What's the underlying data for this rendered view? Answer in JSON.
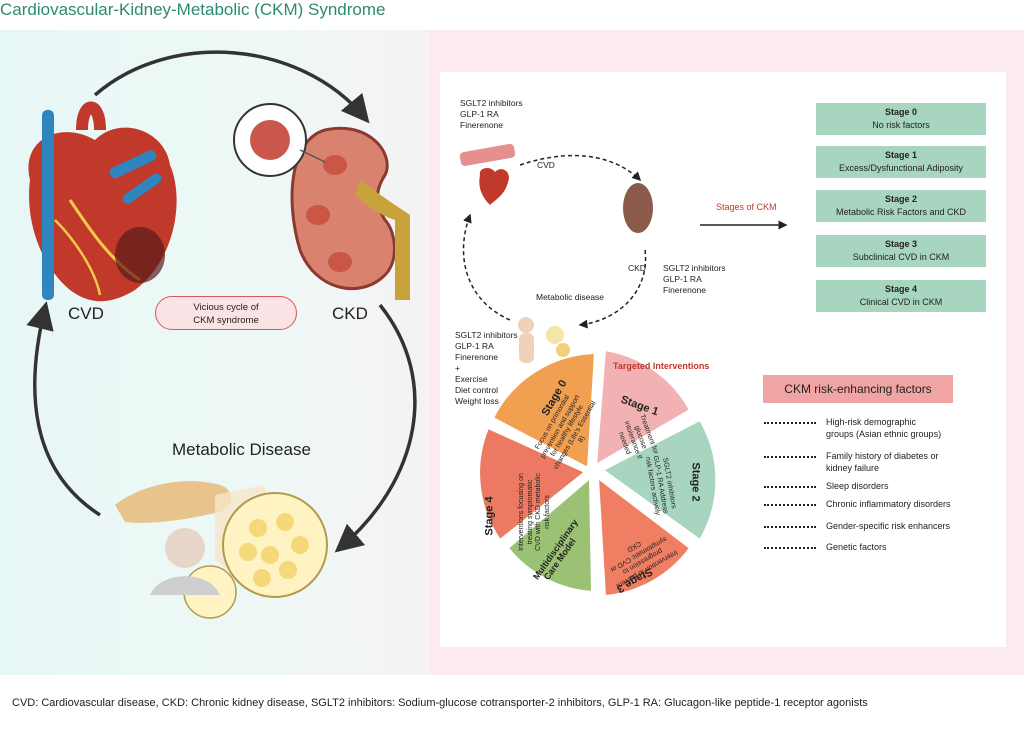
{
  "title": "Cardiovascular-Kidney-Metabolic (CKM) Syndrome",
  "left": {
    "cvd_label": "CVD",
    "ckd_label": "CKD",
    "vicious_cycle": [
      "Vicious cycle of",
      "CKM syndrome"
    ],
    "metabolic_disease": "Metabolic Disease"
  },
  "cycle": {
    "top_drugs": [
      "SGLT2 inhibitors",
      "GLP-1 RA",
      "Finerenone"
    ],
    "cvd": "CVD",
    "ckd": "CKD",
    "ckd_drugs": [
      "SGLT2 inhibitors",
      "GLP-1 RA",
      "Finerenone"
    ],
    "metabolic": "Metabolic disease",
    "bottom_drugs": [
      "SGLT2 inhibitors",
      "GLP-1 RA",
      "Finerenone",
      "+",
      "Exercise",
      "Diet control",
      "Weight loss"
    ],
    "stages_of_ckm": "Stages of CKM"
  },
  "stages": [
    {
      "name": "Stage 0",
      "desc": "No risk factors"
    },
    {
      "name": "Stage 1",
      "desc": "Excess/Dysfunctional Adiposity"
    },
    {
      "name": "Stage 2",
      "desc": "Metabolic Risk Factors and CKD"
    },
    {
      "name": "Stage 3",
      "desc": "Subclinical CVD in CKM"
    },
    {
      "name": "Stage 4",
      "desc": "Clinical CVD in CKM"
    }
  ],
  "interventions": {
    "title": "Targeted Interventions",
    "stage0": {
      "name": "Stage 0",
      "text": "Focus on primordial prevention and support for healthy lifestyle changes (Life's Essential 8)"
    },
    "stage1": {
      "name": "Stage 1",
      "text": "Treatment for glucose intolerance if needed"
    },
    "stage2": {
      "name": "Stage 2",
      "text": "SGLT2 inhibitors GLP-1 RA Address risk factors actively"
    },
    "stage3": {
      "name": "Stage 3",
      "text": "Intervention to prevent progression to symptomatic CVD or CKD"
    },
    "stage4": {
      "name": "Stage 4",
      "text": "Interventions focusing on treating symptomatic CVD with CKD metabolic risk factors"
    },
    "care": {
      "name": "Multidisciplinary Care Model"
    }
  },
  "risk": {
    "title": "CKM risk-enhancing factors",
    "items": [
      [
        "High-risk demographic",
        "groups (Asian ethnic groups)"
      ],
      [
        "Family history of diabetes or",
        "kidney failure"
      ],
      [
        "Sleep disorders"
      ],
      [
        "Chronic inflammatory disorders"
      ],
      [
        "Gender-specific risk enhancers"
      ],
      [
        "Genetic factors"
      ]
    ]
  },
  "footer": "CVD: Cardiovascular disease, CKD: Chronic kidney disease, SGLT2 inhibitors: Sodium-glucose cotransporter-2 inhibitors, GLP-1 RA: Glucagon-like peptide-1 receptor agonists",
  "colors": {
    "title": "#2d8a72",
    "stage_box": "#a8d5bf",
    "risk_title": "#f0a4a3",
    "wheel_stage0": "#f0a050",
    "wheel_stage1": "#f2b2b4",
    "wheel_stage2": "#a8d5bf",
    "wheel_stage3": "#f07e62",
    "wheel_stage4": "#ec7a62",
    "wheel_care": "#9bc174"
  }
}
